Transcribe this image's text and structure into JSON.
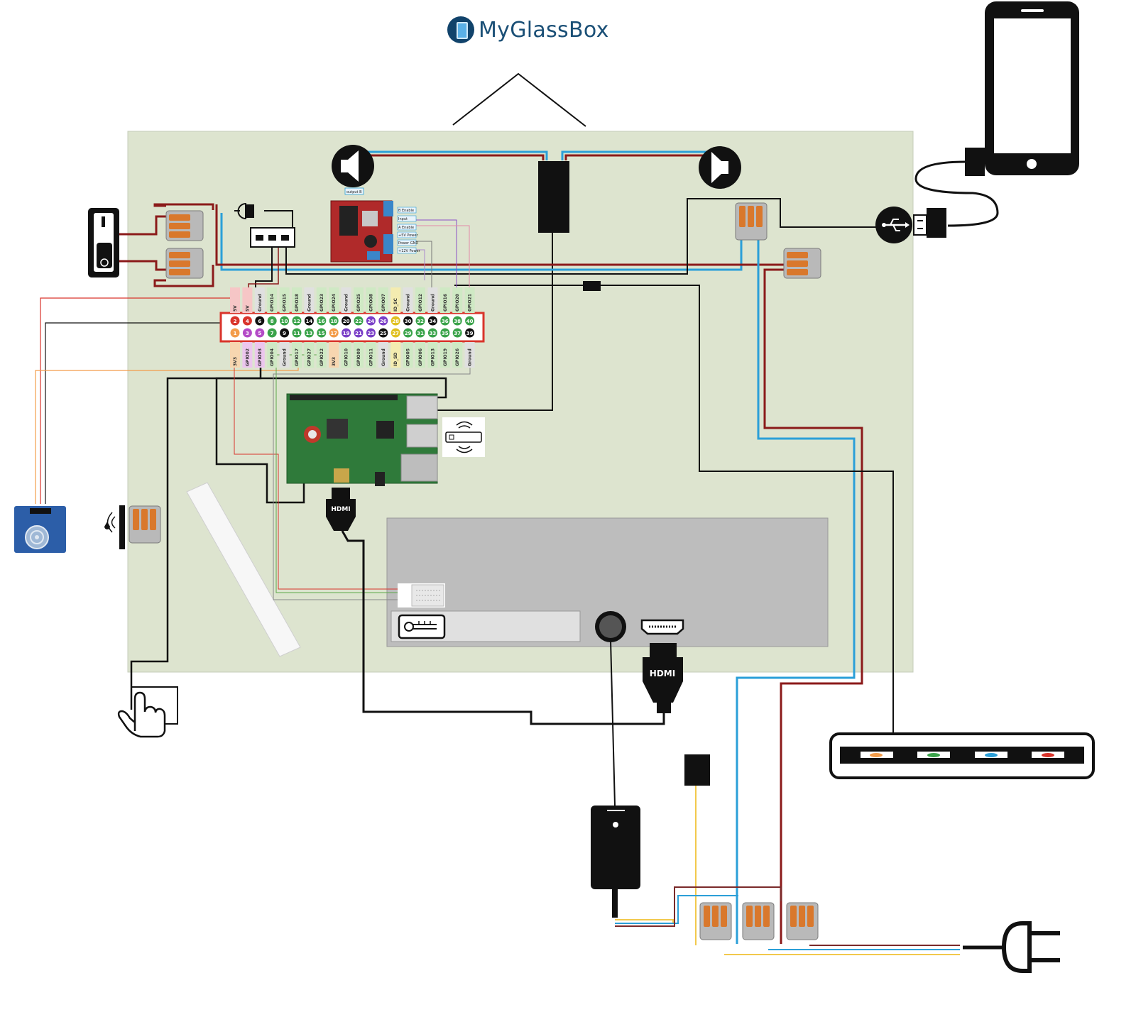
{
  "brand": {
    "name": "MyGlassBox"
  },
  "colors": {
    "board_background": "#dde4cf",
    "wire_red": "#8b1a1a",
    "wire_blue": "#2b9fd8",
    "wire_black": "#111111",
    "wire_yellow": "#f2c94c",
    "wire_orange": "#f39c4a",
    "header_border": "#d9342b",
    "screen_gray": "#bdbdbd"
  },
  "gpio": {
    "top_labels": [
      "5V",
      "5V",
      "Ground",
      "GPIO14",
      "GPIO15",
      "GPIO18",
      "Ground",
      "GPIO23",
      "GPIO24",
      "Ground",
      "GPIO25",
      "GPIO08",
      "GPIO07",
      "ID_SC",
      "Ground",
      "GPIO12",
      "Ground",
      "GPIO16",
      "GPIO20",
      "GPIO21"
    ],
    "bottom_labels": [
      "3V3",
      "GPIO02",
      "GPIO03",
      "GPIO04",
      "Ground",
      "GPIO17",
      "GPIO27",
      "GPIO22",
      "3V3",
      "GPIO10",
      "GPIO09",
      "GPIO11",
      "Ground",
      "ID_SD",
      "GPIO05",
      "GPIO06",
      "GPIO13",
      "GPIO19",
      "GPIO26",
      "Ground"
    ],
    "top_numbers": [
      "2",
      "4",
      "6",
      "8",
      "10",
      "12",
      "14",
      "16",
      "18",
      "20",
      "22",
      "24",
      "26",
      "28",
      "30",
      "32",
      "34",
      "36",
      "38",
      "40"
    ],
    "bottom_numbers": [
      "1",
      "3",
      "5",
      "7",
      "9",
      "11",
      "13",
      "15",
      "17",
      "19",
      "21",
      "23",
      "25",
      "27",
      "29",
      "31",
      "33",
      "35",
      "37",
      "39"
    ]
  },
  "motor_driver": {
    "title": "output B",
    "pins": [
      "B Enable",
      "Input",
      "A Enable",
      "+5V Power",
      "Power GND",
      "+12V Power"
    ]
  },
  "raspberry_pi": {
    "hdmi_label": "HDMI"
  },
  "display": {
    "hdmi_label": "HDMI"
  },
  "icons": {
    "phone": "smartphone-icon",
    "usb": "usb-icon",
    "speaker": "speaker-icon",
    "plug": "power-plug-icon",
    "hand": "touch-hand-icon",
    "thermometer": "thermometer-icon",
    "wifi_dongle": "wifi-dongle-icon"
  }
}
